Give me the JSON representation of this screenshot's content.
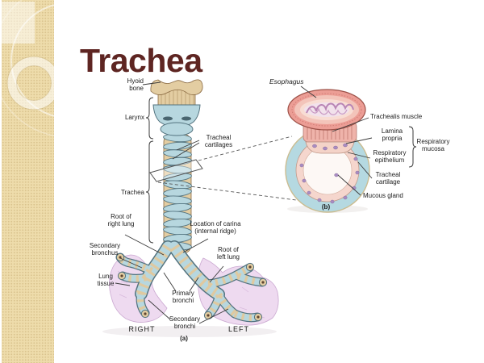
{
  "slide": {
    "title": "Trachea"
  },
  "figure_a": {
    "caption": "(a)",
    "labels": {
      "hyoid_bone": "Hyoid\nbone",
      "larynx": "Larynx",
      "tracheal_cartilages": "Tracheal\ncartilages",
      "trachea": "Trachea",
      "root_of_right_lung": "Root of\nright lung",
      "location_of_carina": "Location of carina\n(internal ridge)",
      "root_of_left_lung": "Root of\nleft lung",
      "secondary_bronchus": "Secondary\nbronchus",
      "lung_tissue": "Lung\ntissue",
      "primary_bronchi": "Primary\nbronchi",
      "secondary_bronchi": "Secondary\nbronchi",
      "right_side": "RIGHT",
      "left_side": "LEFT"
    }
  },
  "figure_b": {
    "caption": "(b)",
    "labels": {
      "esophagus": "Esophagus",
      "trachealis_muscle": "Trachealis muscle",
      "lamina_propria": "Lamina\npropria",
      "respiratory_epithelium": "Respiratory\nepithelium",
      "respiratory_mucosa": "Respiratory\nmucosa",
      "tracheal_cartilage": "Tracheal\ncartilage",
      "mucous_gland": "Mucous gland"
    }
  },
  "colors": {
    "title_text": "#5e2522",
    "sidebar_beige": "#eedcab",
    "cartilage_blue": "#b7d7df",
    "bone_tan": "#e3cda2",
    "lung_tissue_pink": "#eedaf0",
    "esophagus_pink": "#ec9d95",
    "mucosa_pink": "#f5d6cd",
    "label_text": "#1c1c1c"
  }
}
